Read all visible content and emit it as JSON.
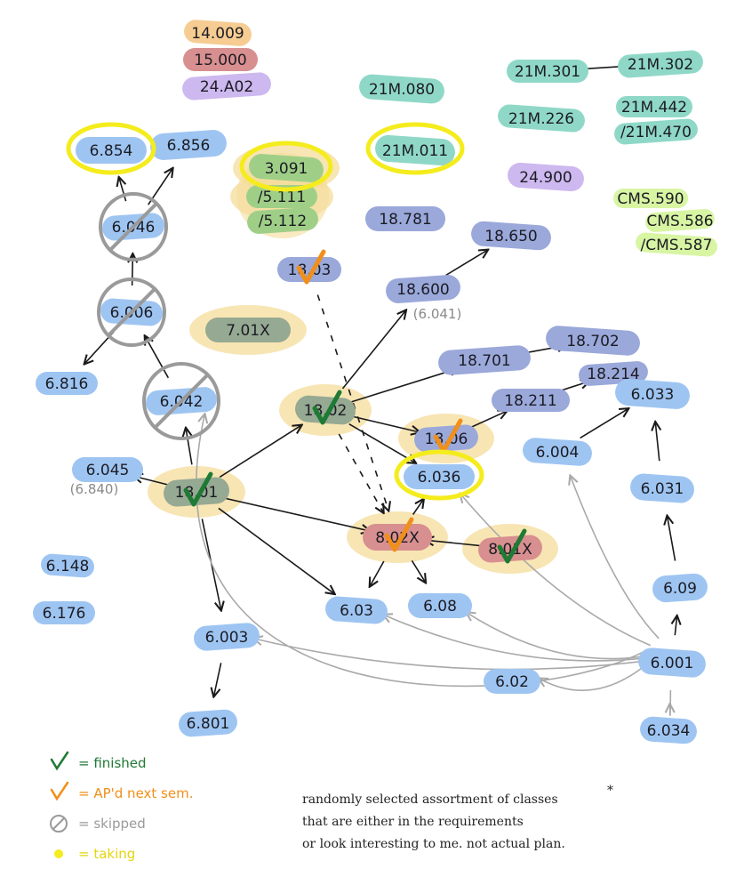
{
  "colors": {
    "blue": "#9ec5f2",
    "periwinkle": "#9aa8da",
    "teal": "#8fd8c7",
    "lavender": "#cdb8ef",
    "orange": "#f6cc92",
    "red": "#d88f8f",
    "lime": "#d8f5a3",
    "green_hl": "#9fcf87",
    "olive": "#95a993",
    "halo": "#f5dc9b",
    "yellow": "#f4ec1c",
    "check_green": "#1f7a34",
    "check_orange": "#f08f1a",
    "skip_gray": "#9a9a9a",
    "edge_dark": "#1a1a1a",
    "edge_gray": "#a9a9a9"
  },
  "nodes": [
    {
      "id": "n14009",
      "label": "14.009",
      "color": "orange"
    },
    {
      "id": "n15000",
      "label": "15.000",
      "color": "red"
    },
    {
      "id": "n24a02",
      "label": "24.A02",
      "color": "lavender"
    },
    {
      "id": "n21m080",
      "label": "21M.080",
      "color": "teal"
    },
    {
      "id": "n21m301",
      "label": "21M.301",
      "color": "teal"
    },
    {
      "id": "n21m302",
      "label": "21M.302",
      "color": "teal"
    },
    {
      "id": "n21m226",
      "label": "21M.226",
      "color": "teal"
    },
    {
      "id": "n21m442",
      "label": "21M.442",
      "color": "teal"
    },
    {
      "id": "n21m470",
      "label": "/21M.470",
      "color": "teal"
    },
    {
      "id": "n24900",
      "label": "24.900",
      "color": "lavender"
    },
    {
      "id": "ncms590",
      "label": "CMS.590",
      "color": "lime"
    },
    {
      "id": "ncms586",
      "label": "CMS.586",
      "color": "lime"
    },
    {
      "id": "ncms587",
      "label": "/CMS.587",
      "color": "lime"
    },
    {
      "id": "n6854",
      "label": "6.854",
      "color": "blue",
      "status": "taking"
    },
    {
      "id": "n6856",
      "label": "6.856",
      "color": "blue"
    },
    {
      "id": "n3091",
      "label": "3.091",
      "color": "green_hl",
      "status": "taking"
    },
    {
      "id": "n5111",
      "label": "/5.111",
      "color": "green_hl"
    },
    {
      "id": "n5112",
      "label": "/5.112",
      "color": "green_hl"
    },
    {
      "id": "n21m011",
      "label": "21M.011",
      "color": "teal",
      "status": "taking"
    },
    {
      "id": "n18781",
      "label": "18.781",
      "color": "periwinkle"
    },
    {
      "id": "n6046",
      "label": "6.046",
      "color": "blue",
      "status": "skipped"
    },
    {
      "id": "n18650",
      "label": "18.650",
      "color": "periwinkle"
    },
    {
      "id": "n1813",
      "label": "18.03",
      "color": "periwinkle",
      "status": "ap_next"
    },
    {
      "id": "n18600",
      "label": "18.600",
      "color": "periwinkle"
    },
    {
      "id": "n6006",
      "label": "6.006",
      "color": "blue",
      "status": "skipped"
    },
    {
      "id": "n701x",
      "label": "7.01X",
      "color": "olive"
    },
    {
      "id": "n18701",
      "label": "18.701",
      "color": "periwinkle"
    },
    {
      "id": "n18702",
      "label": "18.702",
      "color": "periwinkle"
    },
    {
      "id": "n6816",
      "label": "6.816",
      "color": "blue"
    },
    {
      "id": "n6042",
      "label": "6.042",
      "color": "blue",
      "status": "skipped"
    },
    {
      "id": "n1802",
      "label": "18.02",
      "color": "olive",
      "status": "finished"
    },
    {
      "id": "n18211",
      "label": "18.211",
      "color": "periwinkle"
    },
    {
      "id": "n18214",
      "label": "18.214",
      "color": "periwinkle"
    },
    {
      "id": "n6033",
      "label": "6.033",
      "color": "blue"
    },
    {
      "id": "n6045",
      "label": "6.045",
      "color": "blue"
    },
    {
      "id": "n1806",
      "label": "18.06",
      "color": "periwinkle",
      "status": "ap_next"
    },
    {
      "id": "n6004",
      "label": "6.004",
      "color": "blue"
    },
    {
      "id": "n6036",
      "label": "6.036",
      "color": "blue",
      "status": "taking"
    },
    {
      "id": "n1801",
      "label": "18.01",
      "color": "olive",
      "status": "finished"
    },
    {
      "id": "n6031",
      "label": "6.031",
      "color": "blue"
    },
    {
      "id": "n802x",
      "label": "8.02X",
      "color": "red",
      "status": "ap_next"
    },
    {
      "id": "n801x",
      "label": "8.01X",
      "color": "red",
      "status": "finished"
    },
    {
      "id": "n6148",
      "label": "6.148",
      "color": "blue"
    },
    {
      "id": "n6176",
      "label": "6.176",
      "color": "blue"
    },
    {
      "id": "n609",
      "label": "6.09",
      "color": "blue"
    },
    {
      "id": "n603",
      "label": "6.03",
      "color": "blue"
    },
    {
      "id": "n608",
      "label": "6.08",
      "color": "blue"
    },
    {
      "id": "n6003",
      "label": "6.003",
      "color": "blue"
    },
    {
      "id": "n6001",
      "label": "6.001",
      "color": "blue"
    },
    {
      "id": "n602",
      "label": "6.02",
      "color": "blue"
    },
    {
      "id": "n6801",
      "label": "6.801",
      "color": "blue"
    },
    {
      "id": "n6034",
      "label": "6.034",
      "color": "blue"
    }
  ],
  "sublabels": [
    {
      "id": "s6041",
      "text": "(6.041)"
    },
    {
      "id": "s6840",
      "text": "(6.840)"
    }
  ],
  "edges": [
    {
      "from": "n21m301",
      "to": "n21m302",
      "style": "dark"
    },
    {
      "from": "n6046",
      "to": "n6854",
      "style": "dark"
    },
    {
      "from": "n6046",
      "to": "n6856",
      "style": "dark"
    },
    {
      "from": "n6006",
      "to": "n6046",
      "style": "dark"
    },
    {
      "from": "n6006",
      "to": "n6816",
      "style": "dark"
    },
    {
      "from": "n6042",
      "to": "n6006",
      "style": "dark"
    },
    {
      "from": "n1801",
      "to": "n6042",
      "style": "dark"
    },
    {
      "from": "n1801",
      "to": "n6045",
      "style": "dark"
    },
    {
      "from": "n1801",
      "to": "n1802",
      "style": "dark"
    },
    {
      "from": "n1801",
      "to": "n802x",
      "style": "dark"
    },
    {
      "from": "n1801",
      "to": "n603",
      "style": "dark"
    },
    {
      "from": "n1801",
      "to": "n6003",
      "style": "dark"
    },
    {
      "from": "n1802",
      "to": "n18600",
      "style": "dark"
    },
    {
      "from": "n1802",
      "to": "n18701",
      "style": "dark"
    },
    {
      "from": "n1802",
      "to": "n1806",
      "style": "dark"
    },
    {
      "from": "n1802",
      "to": "n6036",
      "style": "dark"
    },
    {
      "from": "n1813",
      "to": "n802x",
      "style": "dashed"
    },
    {
      "from": "n1802",
      "to": "n802x",
      "style": "dashed"
    },
    {
      "from": "n18600",
      "to": "n18650",
      "style": "dark"
    },
    {
      "from": "n18701",
      "to": "n18702",
      "style": "dark"
    },
    {
      "from": "n1806",
      "to": "n18211",
      "style": "dark"
    },
    {
      "from": "n18211",
      "to": "n18214",
      "style": "dark"
    },
    {
      "from": "n6004",
      "to": "n6033",
      "style": "dark"
    },
    {
      "from": "n6031",
      "to": "n6033",
      "style": "dark"
    },
    {
      "from": "n609",
      "to": "n6031",
      "style": "dark"
    },
    {
      "from": "n6001",
      "to": "n609",
      "style": "dark"
    },
    {
      "from": "n802x",
      "to": "n6036",
      "style": "dark"
    },
    {
      "from": "n802x",
      "to": "n603",
      "style": "dark"
    },
    {
      "from": "n802x",
      "to": "n608",
      "style": "dark"
    },
    {
      "from": "n801x",
      "to": "n802x",
      "style": "dark"
    },
    {
      "from": "n6003",
      "to": "n6801",
      "style": "dark"
    },
    {
      "from": "n6001",
      "to": "n6034",
      "style": "gray"
    },
    {
      "from": "n6001",
      "to": "n6003",
      "style": "gray"
    },
    {
      "from": "n6001",
      "to": "n603",
      "style": "gray"
    },
    {
      "from": "n6001",
      "to": "n608",
      "style": "gray"
    },
    {
      "from": "n6001",
      "to": "n602",
      "style": "gray"
    },
    {
      "from": "n6001",
      "to": "n6004",
      "style": "gray"
    },
    {
      "from": "n6001",
      "to": "n6036",
      "style": "gray"
    },
    {
      "from": "n6001",
      "to": "n6042",
      "style": "gray"
    }
  ],
  "legend": [
    {
      "mark": "check_green",
      "text": "= finished"
    },
    {
      "mark": "check_orange",
      "text": "= AP'd next sem."
    },
    {
      "mark": "skip",
      "text": "= skipped"
    },
    {
      "mark": "dot_yellow",
      "text": "= taking"
    }
  ],
  "note": {
    "lines": [
      "randomly selected assortment of classes",
      "that are either in the requirements",
      "or look interesting to me. not actual plan."
    ],
    "asterisk": "*"
  }
}
